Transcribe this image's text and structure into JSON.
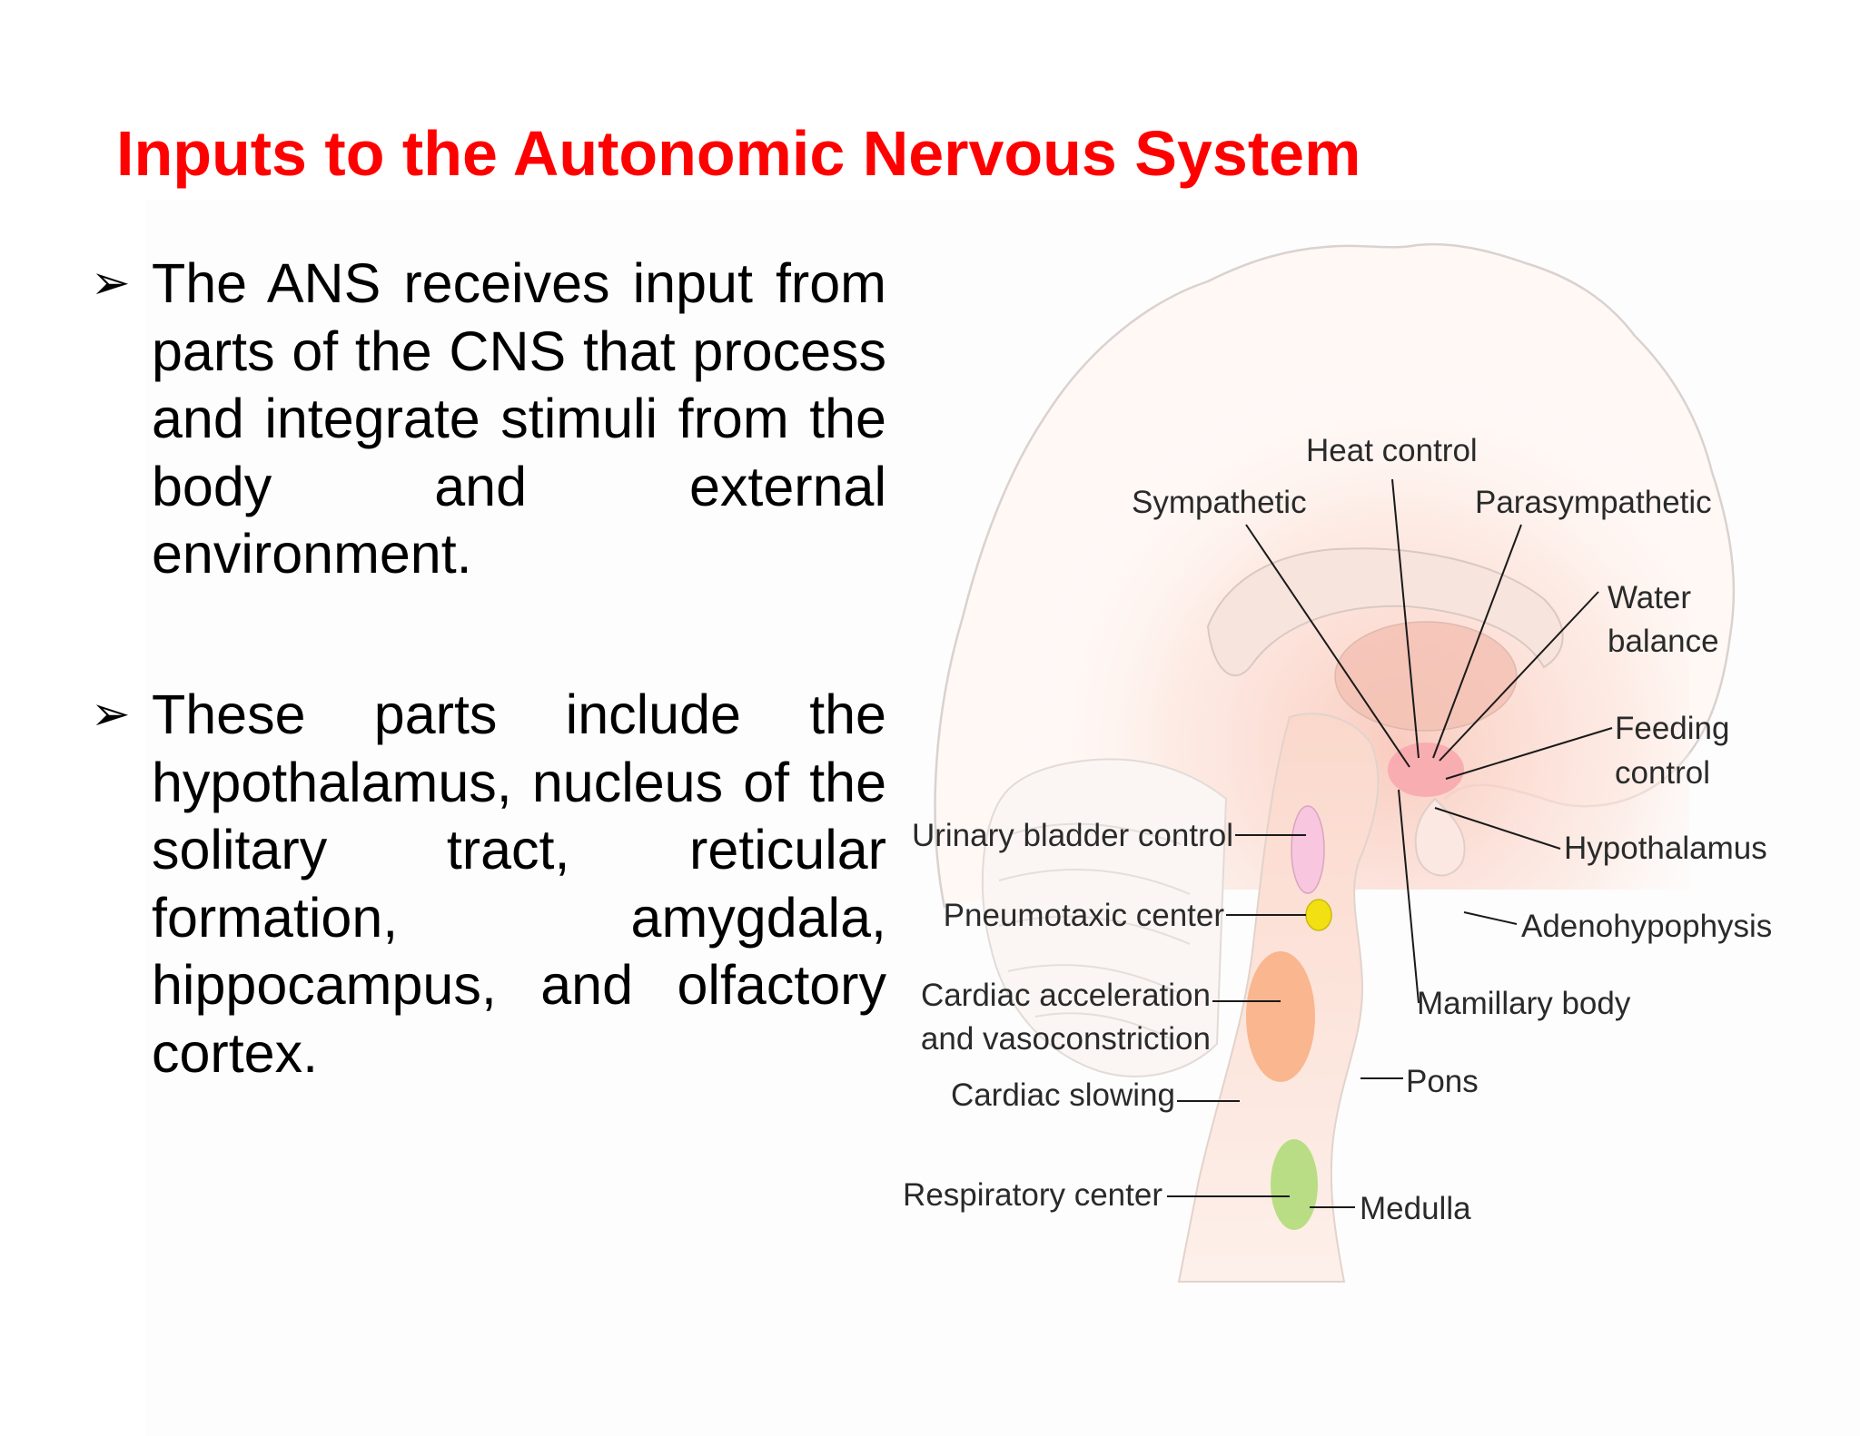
{
  "title": "Inputs to the Autonomic Nervous System",
  "bullet_marker": "➢",
  "bullets": [
    "The ANS receives input from parts of the CNS that process and integrate stimuli from the body and external environment.",
    "These parts include the hypothalamus, nucleus of the solitary tract, reticular formation, amygdala, hippocampus, and olfactory cortex."
  ],
  "diagram": {
    "labels": {
      "heat_control": "Heat control",
      "sympathetic": "Sympathetic",
      "parasympathetic": "Parasympathetic",
      "water_line1": "Water",
      "water_line2": "balance",
      "feeding_line1": "Feeding",
      "feeding_line2": "control",
      "hypothalamus": "Hypothalamus",
      "adenohypophysis": "Adenohypophysis",
      "mamillary_body": "Mamillary body",
      "pons": "Pons",
      "medulla": "Medulla",
      "urinary_bladder": "Urinary bladder control",
      "pneumotaxic": "Pneumotaxic center",
      "cardiac_accel_line1": "Cardiac acceleration",
      "cardiac_accel_line2": "and vasoconstriction",
      "cardiac_slowing": "Cardiac slowing",
      "respiratory": "Respiratory center"
    }
  }
}
